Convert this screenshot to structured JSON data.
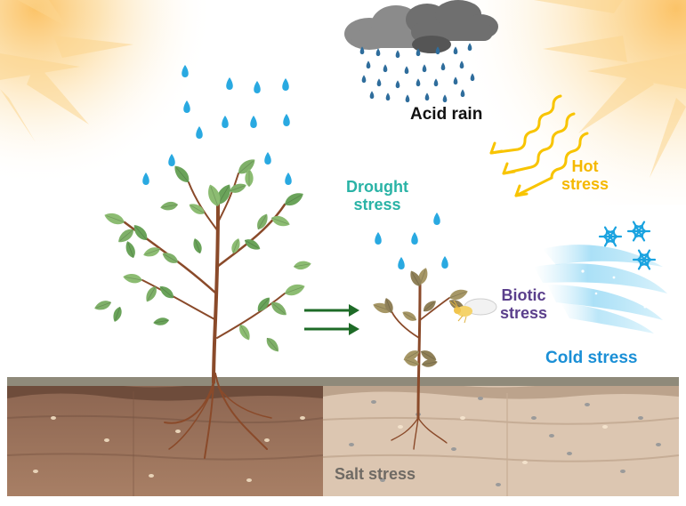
{
  "labels": {
    "acid_rain": "Acid rain",
    "drought": [
      "Drought",
      "stress"
    ],
    "hot": [
      "Hot",
      "stress"
    ],
    "biotic": [
      "Biotic",
      "stress"
    ],
    "cold": "Cold stress",
    "salt": "Salt stress"
  },
  "colors": {
    "acid_rain": "#111111",
    "drought": "#2ab3a6",
    "hot": "#f5b800",
    "biotic": "#5b3f8c",
    "cold": "#1a8fd6",
    "salt": "#6f6a64",
    "rain_drop": "#29a9e1",
    "soil_healthy": "#9c6f57",
    "soil_stressed": "#d9c3ae",
    "leaf_healthy": "#7fb069",
    "leaf_stressed": "#a69766",
    "arrow": "#1e6b27",
    "sun": "#fbd48a"
  },
  "icons": {
    "sun_left": "sun-icon",
    "sun_right": "sun-icon",
    "cloud": "storm-cloud-icon",
    "snowflake": "snowflake-icon",
    "wind": "cold-wind-icon",
    "insect": "insect-icon",
    "heat_waves": "heat-wave-arrow-icon"
  }
}
